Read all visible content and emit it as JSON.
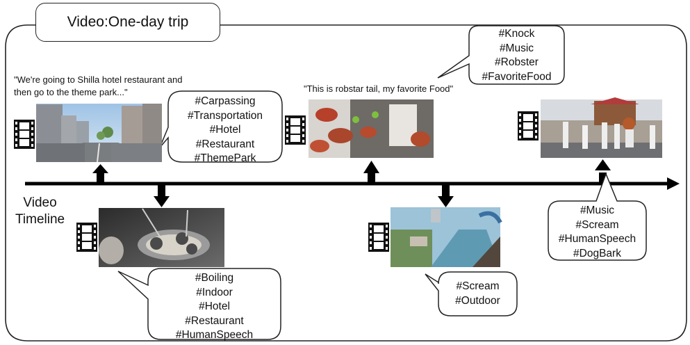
{
  "title": "Video:One-day trip",
  "timeline_label": [
    "Video",
    "Timeline"
  ],
  "quotes": {
    "shilla_line1": "\"We're going to Shilla hotel restaurant and",
    "shilla_line2": "then go to the theme park...\"",
    "lobster": "\"This is robstar tail, my favorite Food\""
  },
  "tag_groups": {
    "street": [
      "#Carpassing",
      "#Transportation",
      "#Hotel",
      "#Restaurant",
      "#ThemePark"
    ],
    "kitchen": [
      "#Boiling",
      "#Indoor",
      "#Hotel",
      "#Restaurant",
      "#HumanSpeech"
    ],
    "lobster": [
      "#Knock",
      "#Music",
      "#Robster",
      "#FavoriteFood"
    ],
    "themepark": [
      "#Scream",
      "#Outdoor"
    ],
    "parade": [
      "#Music",
      "#Scream",
      "#HumanSpeech",
      "#DogBark"
    ]
  },
  "icons": {
    "film": "film-strip-icon",
    "arrow": "timeline-arrow-icon"
  },
  "colors": {
    "line": "#000000",
    "outline": "#222222"
  }
}
